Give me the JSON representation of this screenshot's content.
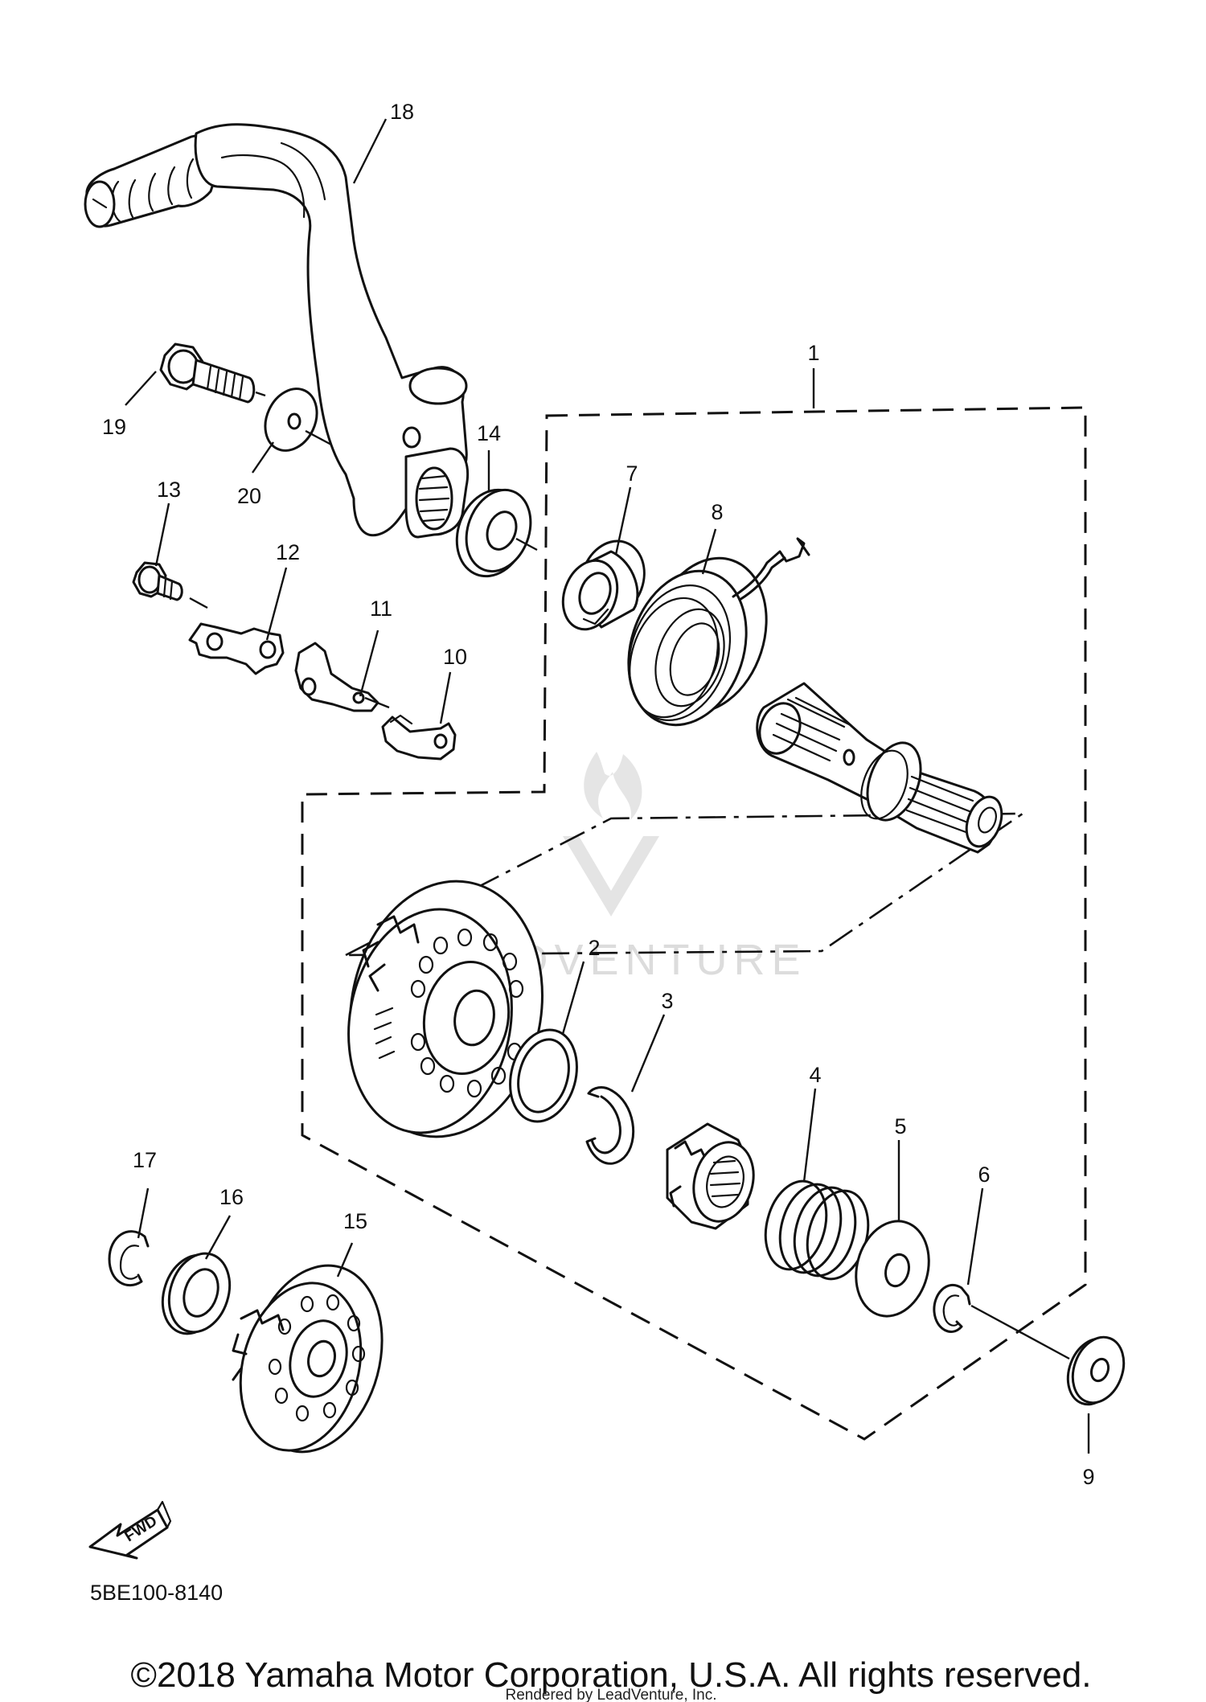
{
  "diagram": {
    "callouts": [
      "1",
      "2",
      "3",
      "4",
      "5",
      "6",
      "7",
      "8",
      "9",
      "10",
      "11",
      "12",
      "13",
      "14",
      "15",
      "16",
      "17",
      "18",
      "19",
      "20"
    ],
    "fwd_label": "FWD",
    "diagram_code": "5BE100-8140",
    "watermark_text": "LEADVENTURE",
    "copyright": "©2018 Yamaha Motor Corporation, U.S.A. All rights reserved.",
    "rendered_by": "Rendered by LeadVenture, Inc."
  }
}
